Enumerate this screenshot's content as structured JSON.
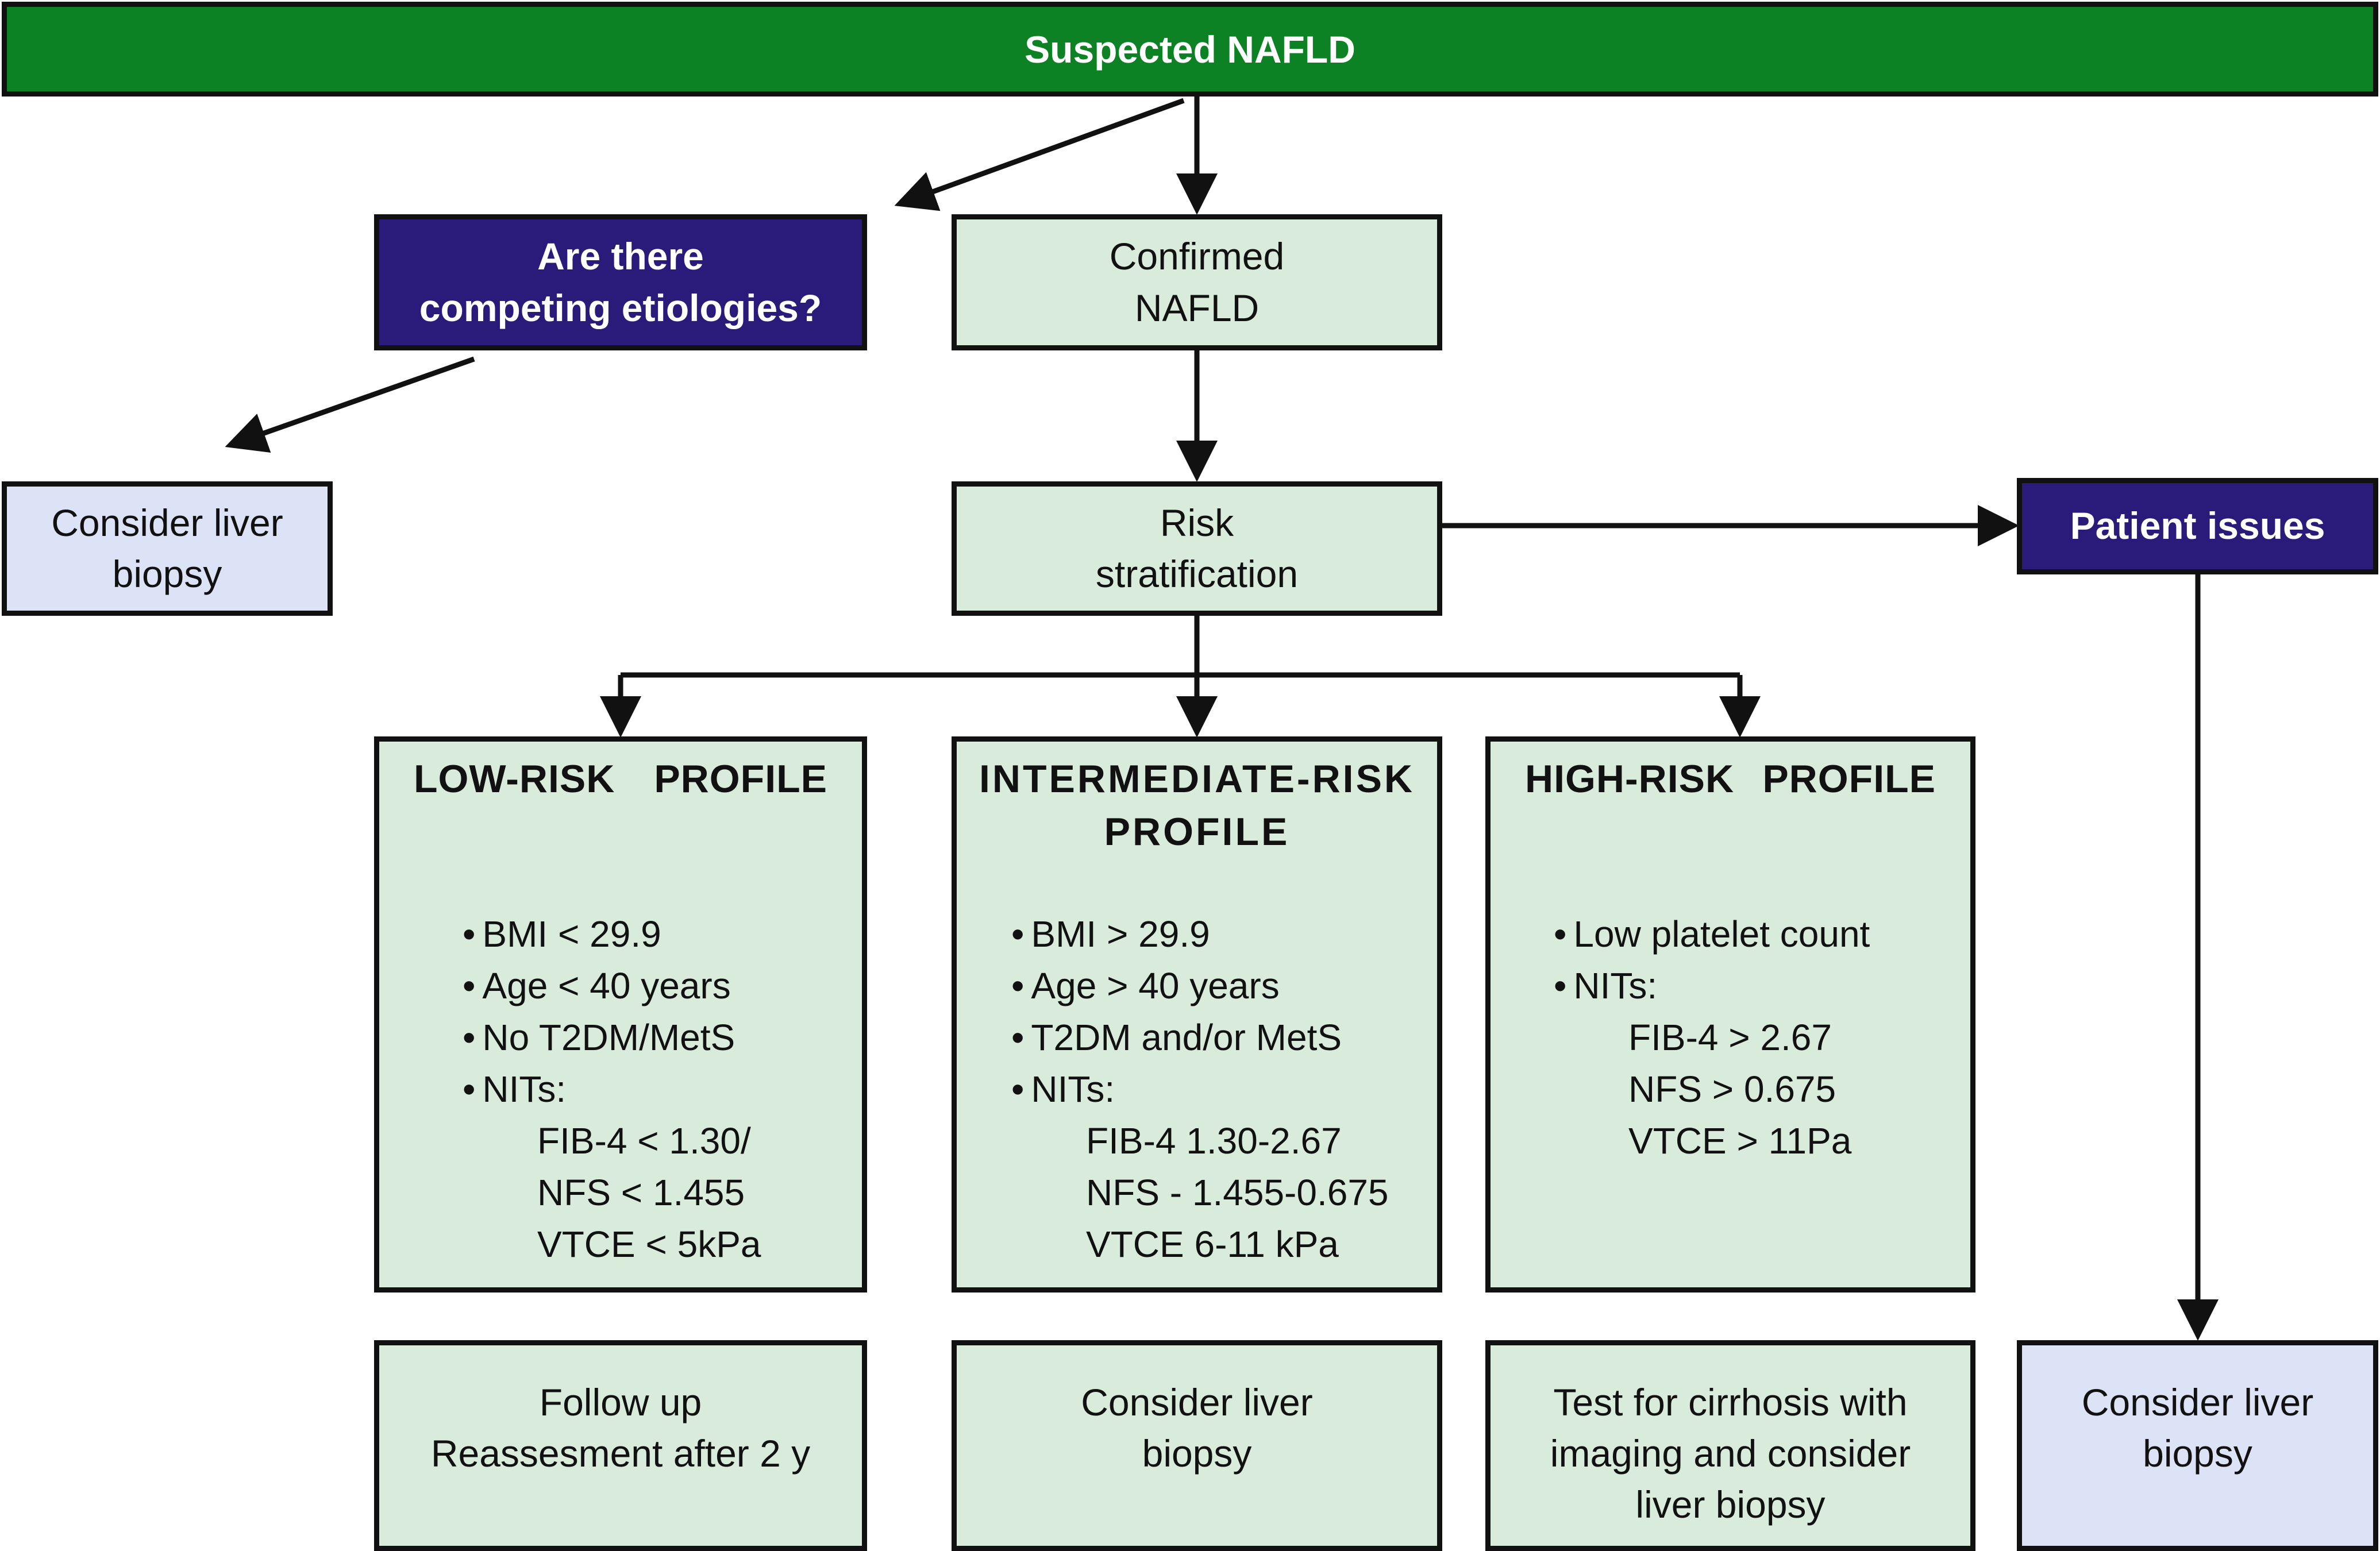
{
  "header": {
    "title": "Suspected NAFLD"
  },
  "competing": {
    "label": "Are there competing etiologies?",
    "lines": [
      "Are there",
      "competing etiologies?"
    ]
  },
  "confirmed": {
    "lines": [
      "Confirmed",
      "NAFLD"
    ]
  },
  "left_biopsy": {
    "lines": [
      "Consider liver",
      "biopsy"
    ]
  },
  "risk": {
    "lines": [
      "Risk",
      "stratification"
    ]
  },
  "patient_issues": {
    "label": "Patient issues"
  },
  "low_risk": {
    "title_left": "LOW-RISK",
    "title_right": "PROFILE",
    "items": [
      "BMI < 29.9",
      "Age < 40 years",
      "No T2DM/MetS",
      "NITs:"
    ],
    "nits": [
      "FIB-4 < 1.30/",
      "NFS < 1.455",
      "VTCE < 5kPa"
    ]
  },
  "intermediate_risk": {
    "title_lines": [
      "INTERMEDIATE-RISK",
      "PROFILE"
    ],
    "items": [
      "BMI > 29.9",
      "Age > 40 years",
      "T2DM and/or MetS",
      "NITs:"
    ],
    "nits": [
      "FIB-4 1.30-2.67",
      "NFS - 1.455-0.675",
      "VTCE 6-11 kPa"
    ]
  },
  "high_risk": {
    "title_left": "HIGH-RISK",
    "title_right": "PROFILE",
    "items": [
      "Low platelet count",
      "NITs:"
    ],
    "nits": [
      "FIB-4 > 2.67",
      "NFS > 0.675",
      "VTCE > 11Pa"
    ]
  },
  "outcomes": {
    "low": [
      "Follow up",
      "Reassesment after 2 y"
    ],
    "intermediate": [
      "Consider liver",
      "biopsy"
    ],
    "high": [
      "Test for cirrhosis with",
      "imaging and consider",
      "liver biopsy"
    ],
    "patient": [
      "Consider liver",
      "biopsy"
    ]
  },
  "colors": {
    "header_green": "#0c8224",
    "box_green": "#d9ecdb",
    "box_lilac": "#dde3f6",
    "box_navy": "#2a1a7a",
    "line": "#111111"
  }
}
